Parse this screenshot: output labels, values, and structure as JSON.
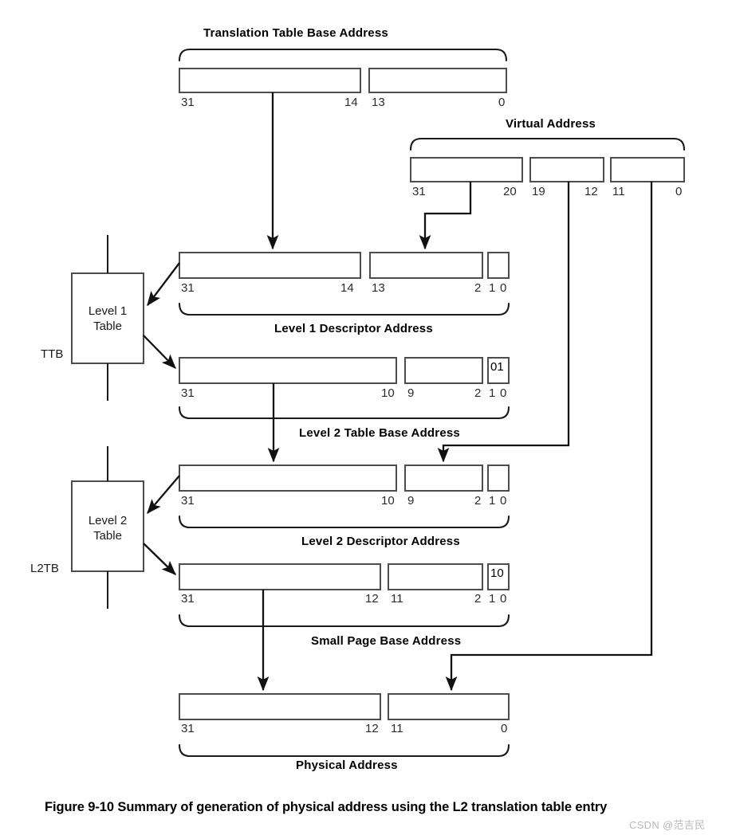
{
  "figure": {
    "caption": "Figure 9-10 Summary of generation of physical address using the L2 translation table entry",
    "watermark": "CSDN @范吉民"
  },
  "sections": {
    "translation_table_base_address": {
      "title": "Translation Table Base Address",
      "fields": [
        {
          "name": "ttb-base",
          "hi": "31",
          "lo": "14",
          "value": ""
        },
        {
          "name": "ttb-zero",
          "hi": "13",
          "lo": "0",
          "value": ""
        }
      ]
    },
    "virtual_address": {
      "title": "Virtual Address",
      "fields": [
        {
          "name": "va-l1-index",
          "hi": "31",
          "lo": "20",
          "value": ""
        },
        {
          "name": "va-l2-index",
          "hi": "19",
          "lo": "12",
          "value": ""
        },
        {
          "name": "va-page-offset",
          "hi": "11",
          "lo": "0",
          "value": ""
        }
      ]
    },
    "level1_descriptor_address": {
      "title": "Level 1 Descriptor Address",
      "fields": [
        {
          "name": "l1da-base",
          "hi": "31",
          "lo": "14",
          "value": ""
        },
        {
          "name": "l1da-index",
          "hi": "13",
          "lo": "2",
          "value": ""
        },
        {
          "name": "l1da-low",
          "hi": "1",
          "lo": "0",
          "value": ""
        }
      ]
    },
    "level2_table_base_address": {
      "title": "Level 2 Table Base Address",
      "fields": [
        {
          "name": "l2tb-base",
          "hi": "31",
          "lo": "10",
          "value": ""
        },
        {
          "name": "l2tb-mid",
          "hi": "9",
          "lo": "2",
          "value": ""
        },
        {
          "name": "l2tb-type",
          "hi": "1",
          "lo": "0",
          "value": "01"
        }
      ]
    },
    "level2_descriptor_address": {
      "title": "Level 2 Descriptor Address",
      "fields": [
        {
          "name": "l2da-base",
          "hi": "31",
          "lo": "10",
          "value": ""
        },
        {
          "name": "l2da-index",
          "hi": "9",
          "lo": "2",
          "value": ""
        },
        {
          "name": "l2da-low",
          "hi": "1",
          "lo": "0",
          "value": ""
        }
      ]
    },
    "small_page_base_address": {
      "title": "Small Page Base Address",
      "fields": [
        {
          "name": "spba-base",
          "hi": "31",
          "lo": "12",
          "value": ""
        },
        {
          "name": "spba-mid",
          "hi": "11",
          "lo": "2",
          "value": ""
        },
        {
          "name": "spba-type",
          "hi": "1",
          "lo": "0",
          "value": "10"
        }
      ]
    },
    "physical_address": {
      "title": "Physical Address",
      "fields": [
        {
          "name": "pa-page",
          "hi": "31",
          "lo": "12",
          "value": ""
        },
        {
          "name": "pa-offset",
          "hi": "11",
          "lo": "0",
          "value": ""
        }
      ]
    }
  },
  "tables": {
    "level1": {
      "line1": "Level 1",
      "line2": "Table",
      "pointer_label": "TTB"
    },
    "level2": {
      "line1": "Level 2",
      "line2": "Table",
      "pointer_label": "L2TB"
    }
  },
  "colors": {
    "stroke": "#1a1a1a",
    "box_stroke": "#4d4d4d",
    "background": "#ffffff",
    "watermark": "#b9b9b9"
  }
}
